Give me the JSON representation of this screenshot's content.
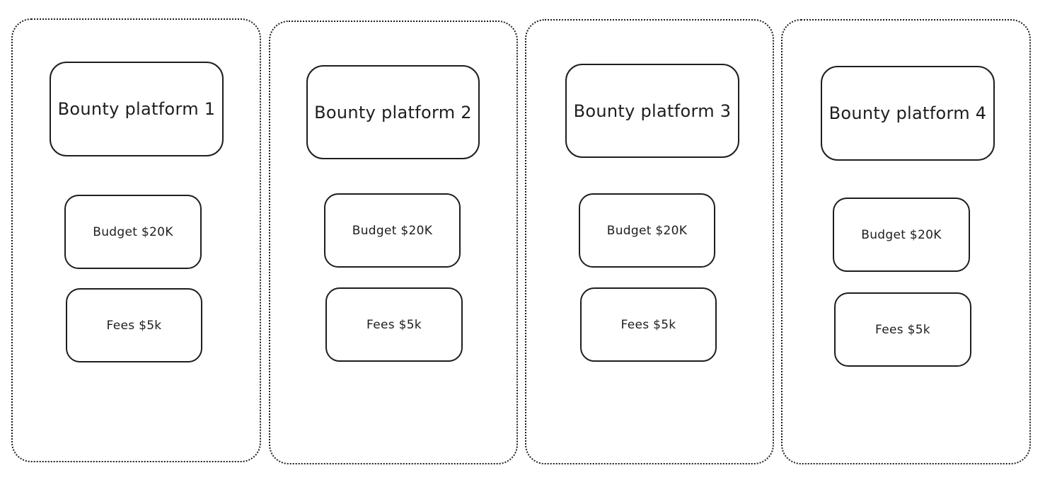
{
  "platforms": [
    {
      "title": "Bounty platform 1",
      "budget": "Budget $20K",
      "fees": "Fees $5k"
    },
    {
      "title": "Bounty platform 2",
      "budget": "Budget $20K",
      "fees": "Fees $5k"
    },
    {
      "title": "Bounty platform 3",
      "budget": "Budget $20K",
      "fees": "Fees $5k"
    },
    {
      "title": "Bounty platform 4",
      "budget": "Budget $20K",
      "fees": "Fees $5k"
    }
  ]
}
